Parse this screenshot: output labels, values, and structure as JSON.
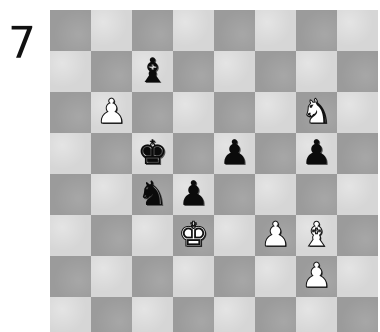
{
  "puzzle": {
    "number": "7"
  },
  "board": {
    "light_color": "#d6d6d6",
    "dark_color": "#9b9b9b",
    "visible_files": 8,
    "visible_ranks": 8
  },
  "pieces": [
    {
      "square": "c7",
      "color": "black",
      "type": "bishop",
      "glyph": "♝",
      "icon": "black-bishop-icon"
    },
    {
      "square": "b6",
      "color": "white",
      "type": "pawn",
      "glyph": "♟",
      "icon": "white-pawn-icon"
    },
    {
      "square": "g6",
      "color": "white",
      "type": "knight",
      "glyph": "♞",
      "icon": "white-knight-icon"
    },
    {
      "square": "c5",
      "color": "black",
      "type": "king",
      "glyph": "♚",
      "icon": "black-king-icon"
    },
    {
      "square": "e5",
      "color": "black",
      "type": "pawn",
      "glyph": "♟",
      "icon": "black-pawn-icon"
    },
    {
      "square": "g5",
      "color": "black",
      "type": "pawn",
      "glyph": "♟",
      "icon": "black-pawn-icon"
    },
    {
      "square": "c4",
      "color": "black",
      "type": "knight",
      "glyph": "♞",
      "icon": "black-knight-icon"
    },
    {
      "square": "d4",
      "color": "black",
      "type": "pawn",
      "glyph": "♟",
      "icon": "black-pawn-icon"
    },
    {
      "square": "d3",
      "color": "white",
      "type": "king",
      "glyph": "♚",
      "icon": "white-king-icon"
    },
    {
      "square": "f3",
      "color": "white",
      "type": "pawn",
      "glyph": "♟",
      "icon": "white-pawn-icon"
    },
    {
      "square": "g3",
      "color": "white",
      "type": "bishop",
      "glyph": "♝",
      "icon": "white-bishop-icon"
    },
    {
      "square": "g2",
      "color": "white",
      "type": "pawn",
      "glyph": "♟",
      "icon": "white-pawn-icon"
    }
  ]
}
